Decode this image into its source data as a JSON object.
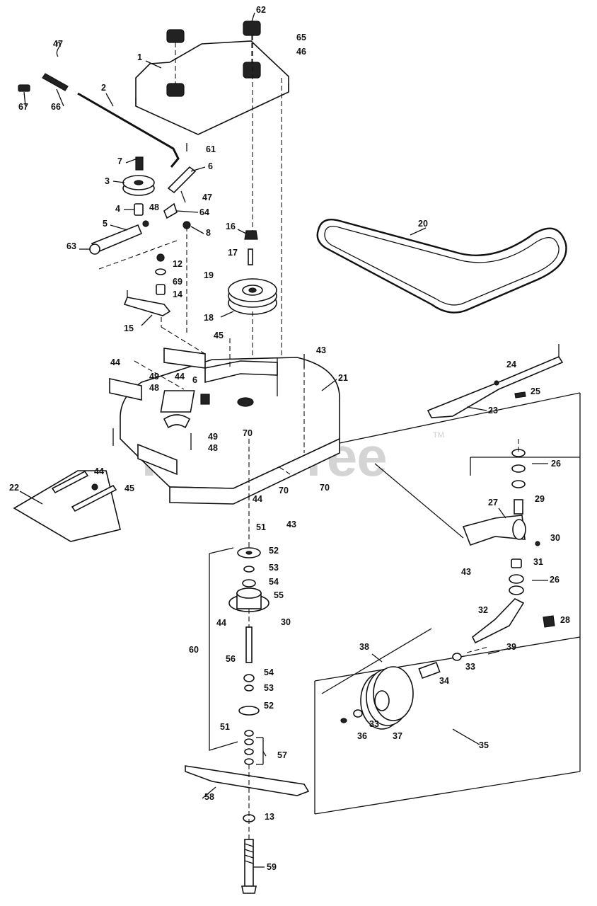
{
  "watermark": {
    "text": "PartsTree",
    "trademark": "TM"
  },
  "callouts": [
    "1",
    "2",
    "3",
    "4",
    "5",
    "6",
    "7",
    "8",
    "12",
    "13",
    "14",
    "15",
    "16",
    "17",
    "18",
    "19",
    "20",
    "21",
    "22",
    "23",
    "24",
    "25",
    "26",
    "27",
    "28",
    "29",
    "30",
    "31",
    "32",
    "33",
    "34",
    "35",
    "36",
    "37",
    "38",
    "39",
    "43",
    "44",
    "45",
    "46",
    "47",
    "48",
    "49",
    "51",
    "52",
    "53",
    "54",
    "55",
    "56",
    "57",
    "58",
    "59",
    "60",
    "61",
    "62",
    "63",
    "64",
    "65",
    "66",
    "67",
    "69",
    "70"
  ],
  "labels": {
    "n1": "1",
    "n2": "2",
    "n3": "3",
    "n4": "4",
    "n5": "5",
    "n6a": "6",
    "n6b": "6",
    "n7": "7",
    "n8": "8",
    "n12": "12",
    "n13": "13",
    "n14": "14",
    "n15": "15",
    "n16": "16",
    "n17": "17",
    "n18": "18",
    "n19": "19",
    "n20": "20",
    "n21": "21",
    "n22": "22",
    "n23": "23",
    "n24": "24",
    "n25": "25",
    "n26a": "26",
    "n26b": "26",
    "n27": "27",
    "n28": "28",
    "n29": "29",
    "n30a": "30",
    "n30b": "30",
    "n31": "31",
    "n32": "32",
    "n33a": "33",
    "n33b": "33",
    "n34": "34",
    "n35": "35",
    "n36": "36",
    "n37": "37",
    "n38": "38",
    "n39": "39",
    "n43a": "43",
    "n43b": "43",
    "n43c": "43",
    "n44a": "44",
    "n44b": "44",
    "n44c": "44",
    "n44d": "44",
    "n44e": "44",
    "n45a": "45",
    "n45b": "45",
    "n46": "46",
    "n47a": "47",
    "n47b": "47",
    "n48a": "48",
    "n48b": "48",
    "n48c": "48",
    "n49a": "49",
    "n49b": "49",
    "n51a": "51",
    "n51b": "51",
    "n52a": "52",
    "n52b": "52",
    "n53a": "53",
    "n53b": "53",
    "n54a": "54",
    "n54b": "54",
    "n55": "55",
    "n56": "56",
    "n57": "57",
    "n58": "58",
    "n59": "59",
    "n60": "60",
    "n61": "61",
    "n62": "62",
    "n63": "63",
    "n64": "64",
    "n65": "65",
    "n66": "66",
    "n67": "67",
    "n69": "69",
    "n70a": "70",
    "n70b": "70",
    "n70c": "70"
  }
}
